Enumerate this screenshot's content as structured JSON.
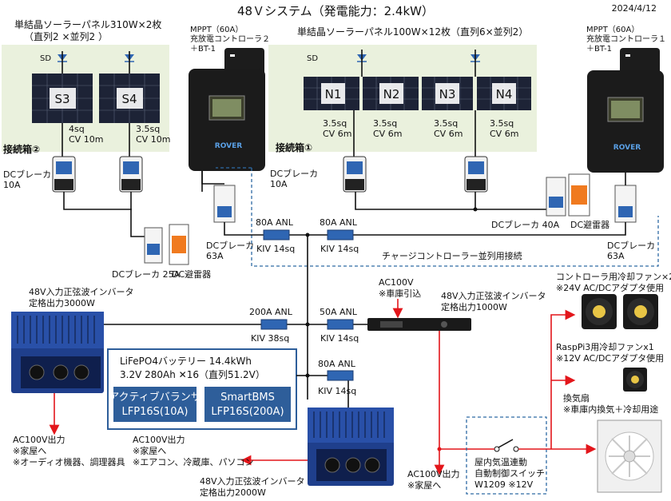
{
  "title": "48Ｖシステム（発電能力：2.4kW）",
  "date": "2024/4/12",
  "array_left": {
    "heading_line1": "単結晶ソーラーパネル310W×2枚",
    "heading_line2": "（直列2 ×並列2 ）",
    "sd": "SD",
    "panels": [
      "S3",
      "S4"
    ],
    "cables": [
      {
        "size": "4sq",
        "len": "CV 10m"
      },
      {
        "size": "3.5sq",
        "len": "CV 10m"
      }
    ],
    "box_label": "接続箱②",
    "breaker_label": "DCブレーカ",
    "breaker_rating": "10A"
  },
  "array_right": {
    "heading": "単結晶ソーラーパネル100W×12枚（直列6×並列2）",
    "sd": "SD",
    "panels": [
      "N1",
      "N2",
      "N3",
      "N4"
    ],
    "cables": [
      {
        "size": "3.5sq",
        "len": "CV 6m"
      },
      {
        "size": "3.5sq",
        "len": "CV 6m"
      },
      {
        "size": "3.5sq",
        "len": "CV 6m"
      },
      {
        "size": "3.5sq",
        "len": "CV 6m"
      }
    ],
    "box_label": "接続箱①",
    "breaker_label": "DCブレーカ",
    "breaker_rating": "10A"
  },
  "controller2": {
    "line1": "MPPT（60A）",
    "line2": "充放電コントローラ２",
    "line3": "＋BT-1",
    "brand": "ROVER"
  },
  "controller1": {
    "line1": "MPPT（60A）",
    "line2": "充放電コントローラ１",
    "line3": "＋BT-1",
    "brand": "ROVER"
  },
  "breaker_63a_left": {
    "line1": "DCブレーカ",
    "line2": "63A"
  },
  "breaker_63a_right": {
    "line1": "DCブレーカ",
    "line2": "63A"
  },
  "breaker_25a": "DCブレーカ 25A",
  "arrester_left": "DC避雷器",
  "breaker_40a": "DCブレーカ 40A",
  "arrester_right": "DC避雷器",
  "parallel_note": "チャージコントローラー並列用接続",
  "anl_left": {
    "rating": "80A ANL",
    "cable": "KIV 14sq"
  },
  "anl_right": {
    "rating": "80A ANL",
    "cable": "KIV 14sq"
  },
  "anl_200": {
    "rating": "200A ANL",
    "cable": "KIV 38sq"
  },
  "anl_50": {
    "rating": "50A ANL",
    "cable": "KIV 14sq"
  },
  "anl_80_bottom": {
    "rating": "80A ANL",
    "cable": "KIV 14sq"
  },
  "inverter_3000": {
    "line1": "48V入力正弦波インバータ",
    "line2": "定格出力3000W"
  },
  "inverter_1000": {
    "line1": "48V入力正弦波インバータ",
    "line2": "定格出力1000W"
  },
  "inverter_2000": {
    "line1": "48V入力正弦波インバータ",
    "line2": "定格出力2000W"
  },
  "ac_input": {
    "line1": "AC100V",
    "line2": "※車庫引込"
  },
  "battery": {
    "line1": "LiFePO4バッテリー 14.4kWh",
    "line2": "3.2V 280Ah ✕16（直列51.2V）",
    "balancer": {
      "line1": "アクティブバランサ",
      "line2": "LFP16S(10A)"
    },
    "bms": {
      "line1": "SmartBMS",
      "line2": "LFP16S(200A)"
    }
  },
  "out_3000": {
    "line1": "AC100V出力",
    "line2": "※家屋へ",
    "line3": "※オーディオ機器、調理器具"
  },
  "out_2000": {
    "line1": "AC100V出力",
    "line2": "※家屋へ",
    "line3": "※エアコン、冷蔵庫、パソコン"
  },
  "out_1000": {
    "line1": "AC100V出力",
    "line2": "※家屋へ"
  },
  "fan_ctrl": {
    "line1": "コントローラ用冷却ファン×2",
    "line2": "※24V AC/DCアダプタ使用"
  },
  "fan_pi": {
    "line1": "RaspPi3用冷却ファンx1",
    "line2": "※12V AC/DCアダプタ使用"
  },
  "vent": {
    "line1": "換気扇",
    "line2": "※車庫内換気＋冷却用途"
  },
  "switch": {
    "line1": "屋内気温連動",
    "line2": "自動制御スイッチ",
    "line3": "W1209 ※12V"
  },
  "accent": {
    "wire": "#111111",
    "ac_line": "#e3161b",
    "fuse": "#2f66b3",
    "battery_box": "#2e5e9a",
    "dash": "#2e6aa5"
  }
}
